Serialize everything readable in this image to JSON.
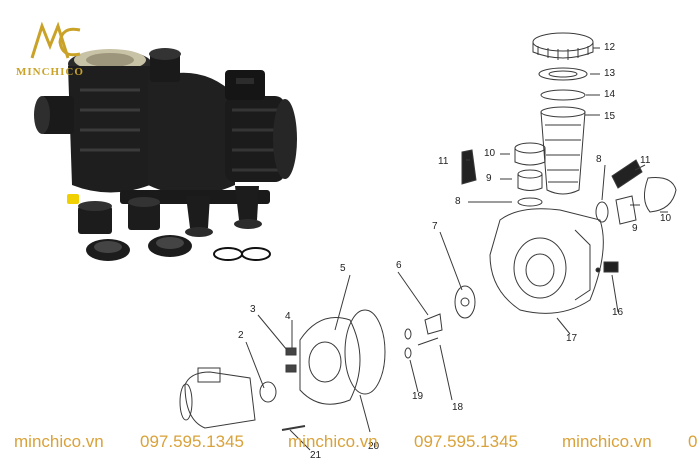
{
  "brand": {
    "logo_text": "MINCHICO",
    "accent_color": "#c9a227"
  },
  "photo": {
    "description_icon": "pool-pump-photo",
    "colors": {
      "body": "#1c1c1c",
      "highlight": "#3a3a3a",
      "lid": "#c8c2a6",
      "plug": "#f0d000"
    }
  },
  "diagram": {
    "callouts": [
      "12",
      "13",
      "14",
      "15",
      "10",
      "11",
      "9",
      "8",
      "8",
      "11",
      "9",
      "10",
      "7",
      "6",
      "5",
      "3",
      "4",
      "2",
      "16",
      "17",
      "19",
      "18",
      "20",
      "21"
    ]
  },
  "footer": {
    "items": [
      "minchico.vn",
      "097.595.1345",
      "minchico.vn",
      "097.595.1345",
      "minchico.vn",
      "0"
    ],
    "color": "#d9a23a"
  }
}
